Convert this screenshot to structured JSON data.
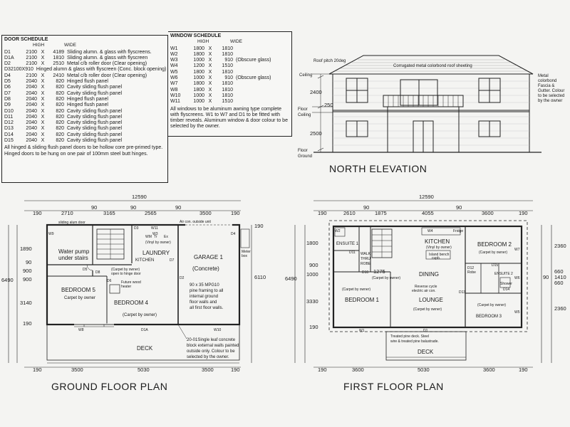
{
  "door_schedule": {
    "title": "DOOR SCHEDULE",
    "col_high": "HIGH",
    "col_wide": "WIDE",
    "rows": [
      {
        "code": "D1",
        "high": "2100",
        "x": "X",
        "wide": "4189",
        "desc": "Sliding alumn. & glass with flyscreens."
      },
      {
        "code": "D1A",
        "high": "2100",
        "x": "X",
        "wide": "1810",
        "desc": "Sliding alumn. & glass with flyscreen"
      },
      {
        "code": "D2",
        "high": "2100",
        "x": "X",
        "wide": "2510",
        "desc": "Metal c/b roller door (Clear opening)"
      },
      {
        "code": "D3",
        "high": "2100",
        "x": "X",
        "wide": "910",
        "desc": "Hinged alumn & glass with flyscreen (Conc. block opening)"
      },
      {
        "code": "D4",
        "high": "2100",
        "x": "X",
        "wide": "2410",
        "desc": "Metal c/b roller door (Clear opening)"
      },
      {
        "code": "D5",
        "high": "2040",
        "x": "X",
        "wide": "820",
        "desc": "Hinged flush panel"
      },
      {
        "code": "D6",
        "high": "2040",
        "x": "X",
        "wide": "820",
        "desc": "Cavity sliding flush panel"
      },
      {
        "code": "D7",
        "high": "2040",
        "x": "X",
        "wide": "820",
        "desc": "Cavity sliding flush panel"
      },
      {
        "code": "D8",
        "high": "2040",
        "x": "X",
        "wide": "820",
        "desc": "Hinged flush panel"
      },
      {
        "code": "D9",
        "high": "2040",
        "x": "X",
        "wide": "820",
        "desc": "Hinged flush panel"
      },
      {
        "code": "D10",
        "high": "2040",
        "x": "X",
        "wide": "820",
        "desc": "Cavity sliding flush panel"
      },
      {
        "code": "D11",
        "high": "2040",
        "x": "X",
        "wide": "820",
        "desc": "Cavity sliding flush panel"
      },
      {
        "code": "D12",
        "high": "2040",
        "x": "X",
        "wide": "820",
        "desc": "Cavity sliding flush panel"
      },
      {
        "code": "D13",
        "high": "2040",
        "x": "X",
        "wide": "820",
        "desc": "Cavity sliding flush panel"
      },
      {
        "code": "D14",
        "high": "2040",
        "x": "X",
        "wide": "820",
        "desc": "Cavity sliding flush panel"
      },
      {
        "code": "D15",
        "high": "2040",
        "x": "X",
        "wide": "820",
        "desc": "Cavity sliding flush panel"
      }
    ],
    "note": "All hinged & sliding flush panel doors to be hollow core pre-primed type. Hinged doors to be hung on one pair of 100mm steel butt hinges."
  },
  "window_schedule": {
    "title": "WINDOW SCHEDULE",
    "col_high": "HIGH",
    "col_wide": "WIDE",
    "rows": [
      {
        "code": "W1",
        "high": "1800",
        "x": "X",
        "wide": "1810",
        "desc": ""
      },
      {
        "code": "W2",
        "high": "1800",
        "x": "X",
        "wide": "1810",
        "desc": ""
      },
      {
        "code": "W3",
        "high": "1000",
        "x": "X",
        "wide": "910",
        "desc": "(Obscure glass)"
      },
      {
        "code": "W4",
        "high": "1200",
        "x": "X",
        "wide": "1510",
        "desc": ""
      },
      {
        "code": "W5",
        "high": "1800",
        "x": "X",
        "wide": "1810",
        "desc": ""
      },
      {
        "code": "W6",
        "high": "1000",
        "x": "X",
        "wide": "910",
        "desc": "(Obscure glass)"
      },
      {
        "code": "W7",
        "high": "1800",
        "x": "X",
        "wide": "1810",
        "desc": ""
      },
      {
        "code": "W8",
        "high": "1800",
        "x": "X",
        "wide": "1810",
        "desc": ""
      },
      {
        "code": "W10",
        "high": "1000",
        "x": "X",
        "wide": "1810",
        "desc": ""
      },
      {
        "code": "W11",
        "high": "1000",
        "x": "X",
        "wide": "1510",
        "desc": ""
      }
    ],
    "note": "All windows to be aluminum awning type complete with flyscreens. W1 to W7 and D1 to be fitted with timber reveals. Aluminum window & door colour to be selected by the owner."
  },
  "north_elevation": {
    "title": "NORTH ELEVATION",
    "roof_pitch": "Roof pitch 20deg",
    "roof_note": "Corrugated metal colorbond roof sheeting",
    "fascia_note": [
      "Metal",
      "colorbond",
      "Fascia &",
      "Gutter. Colour",
      "to be selected",
      "by the owner"
    ],
    "ceiling": "Ceiling",
    "floor_ceiling": [
      "Floor",
      "Ceiling"
    ],
    "floor_ground": [
      "Floor",
      "Ground"
    ],
    "dim_upper": "2400",
    "dim_joist": "250",
    "dim_lower": "2500"
  },
  "ground_floor": {
    "title": "GROUND FLOOR PLAN",
    "overall": "12590",
    "top_dims": [
      "190",
      "2710",
      "90",
      "3165",
      "90",
      "2565",
      "90",
      "3500",
      "190"
    ],
    "bottom_dims": [
      "190",
      "3500",
      "5030",
      "3500",
      "190"
    ],
    "left_dims": [
      "1890",
      "90",
      "900",
      "900",
      "3140",
      "190"
    ],
    "left_overall": "6490",
    "right_overall": "6110",
    "right_dim": "190",
    "sliding_door": "sliding alum door",
    "labels": {
      "pump": [
        "Water pump",
        "under stairs"
      ],
      "bedroom5": "BEDROOM 5",
      "bedroom5_carpet": "Carpet by owner",
      "bedroom4": "BEDROOM 4",
      "bedroom4_carpet": "(Carpet by owner)",
      "laundry": "LAUNDRY",
      "laundry_vinyl": "(Vinyl by owner)",
      "kitchen": "KITCHEN",
      "garage": "GARAGE 1",
      "garage_concrete": "(Concrete)",
      "framing": [
        "90 x 35 MPG10",
        "pine framing to all",
        "internal ground",
        "floor walls and",
        "all first floor walls."
      ],
      "block_note": [
        "20-01Single leaf  concrete",
        "block external walls painted",
        "outside only. Colour to be",
        "selected by the owner."
      ],
      "deck": "DECK",
      "meter": [
        "Meter",
        "box"
      ],
      "aircon": "Air con. outside unit",
      "future_wood": [
        "Future wood",
        "heater"
      ],
      "carpet_owner": "(Carpet by owner)",
      "hinge_door": "open to hinge door",
      "wm": "WM",
      "trough": "Tr",
      "ex": "Ex"
    },
    "codes": [
      "D3",
      "W11",
      "D7",
      "D5",
      "D6",
      "D2",
      "D4",
      "W9",
      "D1A",
      "W8",
      "W3",
      "D8",
      "W10"
    ]
  },
  "first_floor": {
    "title": "FIRST FLOOR PLAN",
    "overall": "12590",
    "top_dims": [
      "190",
      "2610",
      "90",
      "1875",
      "4055",
      "90",
      "3600",
      "190"
    ],
    "bottom_dims": [
      "190",
      "3600",
      "5030",
      "3600",
      "190"
    ],
    "left_dims": [
      "1800",
      "900",
      "1000",
      "3330",
      "190"
    ],
    "left_overall": "6490",
    "right_dims": [
      "2360",
      "660",
      "90",
      "1410",
      "660",
      "2360"
    ],
    "labels": {
      "ensuite1": "ENSUITE 1",
      "walk_thru": [
        "WALK",
        "THRU",
        "ROBE"
      ],
      "kitchen": "KITCHEN",
      "kitchen_vinyl": "(Vinyl by owner)",
      "island": [
        "Island bench",
        "cupb."
      ],
      "bedroom2": "BEDROOM 2",
      "bedroom2_carpet": "(Carpet by owner)",
      "dining": "DINING",
      "lounge": "LOUNGE",
      "lounge_carpet": "(Carpet by owner)",
      "aircon": [
        "Reverse cycle",
        "electric air con."
      ],
      "bedroom1": "BEDROOM 1",
      "bedroom1_carpet": "(Carpet by owner)",
      "bedroom3": "BEDROOM 3",
      "bedroom3_carpet": "(Carpet by owner)",
      "ensuite2": "ENSUITE 2",
      "robe": "Robe",
      "shower": "Shower",
      "deck": "DECK",
      "deck_note": [
        "Treated pine deck. Steel",
        "wire & treated pine balustrade."
      ],
      "fridge": "Fridge",
      "carpet_owner": "(Carpet by owner)",
      "dim_1275": "1275"
    },
    "codes": [
      "W2",
      "D11",
      "D10",
      "W4",
      "W7",
      "W6",
      "W5",
      "D12",
      "D14",
      "D13",
      "D15",
      "W1",
      "D1"
    ]
  }
}
